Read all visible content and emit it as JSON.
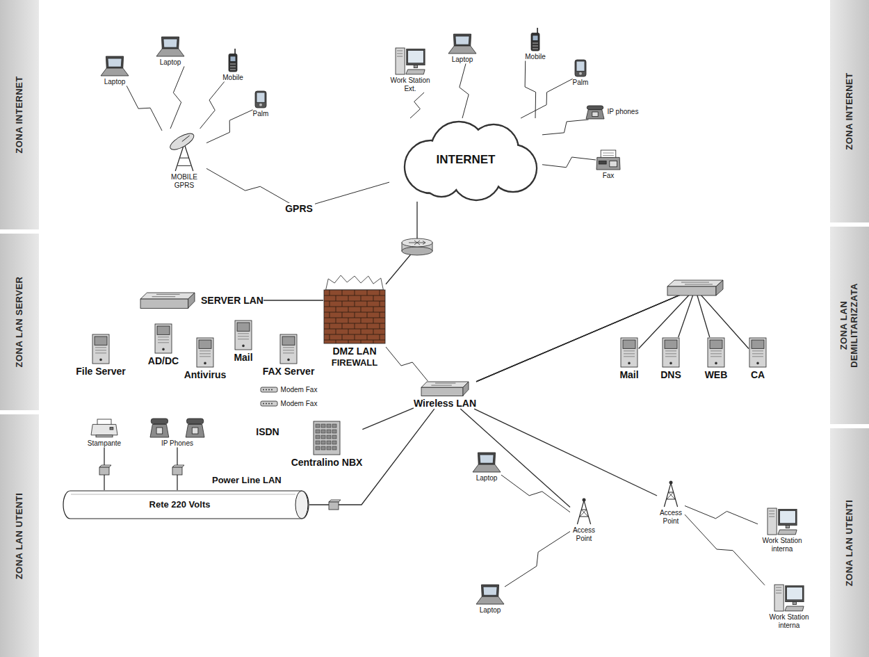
{
  "diagram": {
    "nodes": [
      {
        "text": [
          "ZONA INTERNET"
        ]
      },
      {
        "text": [
          "ZONA LAN SERVER"
        ]
      },
      {
        "text": [
          "ZONA LAN UTENTI"
        ]
      },
      {
        "text": [
          "ZONA INTERNET"
        ]
      },
      {
        "text": [
          "ZONA LAN DEMILITARIZZATA"
        ]
      },
      {
        "text": [
          "ZONA LAN UTENTI"
        ]
      },
      {
        "text": [
          "Laptop"
        ]
      },
      {
        "text": [
          "Laptop"
        ]
      },
      {
        "text": [
          "Mobile"
        ]
      },
      {
        "text": [
          "Palm"
        ]
      },
      {
        "text": [
          "MOBILE GPRS"
        ]
      },
      {
        "text": [
          "Work Station Ext."
        ]
      },
      {
        "text": [
          "Laptop"
        ]
      },
      {
        "text": [
          "Mobile"
        ]
      },
      {
        "text": [
          "Palm"
        ]
      },
      {
        "text": [
          "IP phones"
        ]
      },
      {
        "text": [
          "Fax"
        ]
      },
      {
        "text": [
          "INTERNET"
        ]
      },
      {
        "text": [
          "SERVER LAN"
        ]
      },
      {
        "text": [
          "DMZ LAN",
          "FIREWALL"
        ]
      },
      {
        "text": [
          "File Server"
        ]
      },
      {
        "text": [
          "AD/DC"
        ]
      },
      {
        "text": [
          "Antivirus"
        ]
      },
      {
        "text": [
          "Mail"
        ]
      },
      {
        "text": [
          "FAX Server"
        ]
      },
      {
        "text": [
          "Modem Fax"
        ]
      },
      {
        "text": [
          "Modem Fax"
        ]
      },
      {
        "text": [
          "Mail"
        ]
      },
      {
        "text": [
          "DNS"
        ]
      },
      {
        "text": [
          "WEB"
        ]
      },
      {
        "text": [
          "CA"
        ]
      },
      {
        "text": [
          "Wireless LAN"
        ]
      },
      {
        "text": [
          "Stampante"
        ]
      },
      {
        "text": [
          "IP Phones"
        ]
      },
      {
        "text": [
          "Centralino NBX"
        ]
      },
      {
        "text": [
          "Power Line LAN",
          "Rete 220 Volts"
        ]
      },
      {
        "text": [
          "Laptop"
        ]
      },
      {
        "text": [
          "Access Point"
        ]
      },
      {
        "text": [
          "Access Point"
        ]
      },
      {
        "text": [
          "Laptop"
        ]
      },
      {
        "text": [
          "Work Station interna"
        ]
      },
      {
        "text": [
          "Work Station interna"
        ]
      }
    ],
    "edges": [
      {
        "from": 6,
        "to": 10,
        "arrow": "none"
      },
      {
        "from": 7,
        "to": 10,
        "arrow": "none"
      },
      {
        "from": 8,
        "to": 10,
        "arrow": "none"
      },
      {
        "from": 9,
        "to": 10,
        "arrow": "none"
      },
      {
        "from": 10,
        "to": 17,
        "label": "GPRS",
        "arrow": "none"
      },
      {
        "from": 11,
        "to": 17,
        "arrow": "none"
      },
      {
        "from": 12,
        "to": 17,
        "arrow": "none"
      },
      {
        "from": 13,
        "to": 17,
        "arrow": "none"
      },
      {
        "from": 14,
        "to": 17,
        "arrow": "none"
      },
      {
        "from": 15,
        "to": 17,
        "arrow": "none"
      },
      {
        "from": 16,
        "to": 17,
        "arrow": "none"
      },
      {
        "from": 17,
        "to": 19,
        "arrow": "none"
      },
      {
        "from": 19,
        "to": 18,
        "arrow": "none"
      },
      {
        "from": 19,
        "to": 31,
        "arrow": "none"
      },
      {
        "from": 31,
        "to": 27,
        "arrow": "none"
      },
      {
        "from": 31,
        "to": 28,
        "arrow": "none"
      },
      {
        "from": 31,
        "to": 29,
        "arrow": "none"
      },
      {
        "from": 31,
        "to": 30,
        "arrow": "none"
      },
      {
        "from": 31,
        "to": 34,
        "arrow": "none"
      },
      {
        "from": 31,
        "to": 37,
        "arrow": "none"
      },
      {
        "from": 31,
        "to": 38,
        "arrow": "none"
      },
      {
        "from": 37,
        "to": 36,
        "arrow": "none"
      },
      {
        "from": 37,
        "to": 39,
        "arrow": "none"
      },
      {
        "from": 38,
        "to": 40,
        "arrow": "none"
      },
      {
        "from": 38,
        "to": 41,
        "arrow": "none"
      },
      {
        "from": 32,
        "to": 35,
        "arrow": "none"
      },
      {
        "from": 33,
        "to": 35,
        "arrow": "none"
      },
      {
        "from": 35,
        "to": 31,
        "arrow": "none"
      }
    ],
    "labels": [
      "ISDN"
    ]
  }
}
